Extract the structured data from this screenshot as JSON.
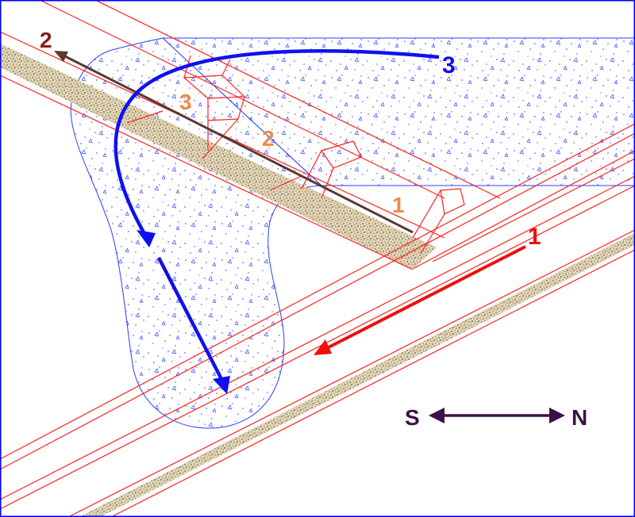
{
  "colors": {
    "border": "#0000ff",
    "rail": "#ff2020",
    "concrete_edge": "#2a3cff",
    "concrete_dot": "#3347ff",
    "ballast": "#b09a73",
    "ballast_dark": "#7d6a48",
    "stage_label": "#f08a4b",
    "route_1": "#ee0f0f",
    "route_2": "#5a3a32",
    "route_2_label": "#8b1a1a",
    "route_3": "#1010ee",
    "compass": "#3d1147"
  },
  "labels": {
    "stage_1": "1",
    "stage_2": "2",
    "stage_3": "3",
    "route_1": "1",
    "route_2": "2",
    "route_3": "3"
  },
  "compass": {
    "south": "S",
    "north": "N"
  }
}
